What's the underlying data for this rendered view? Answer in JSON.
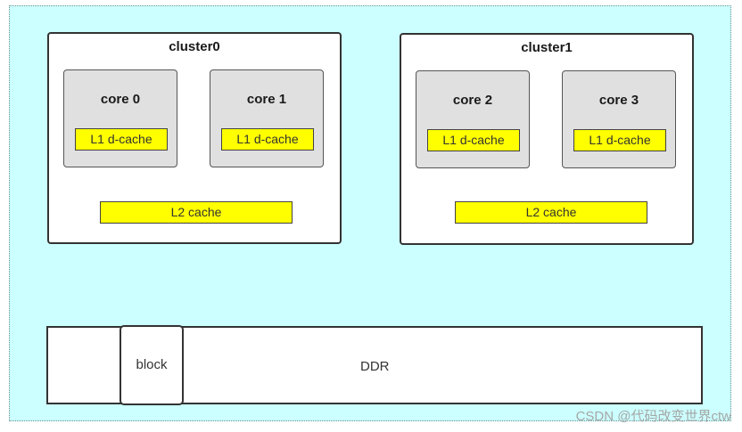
{
  "clusters": [
    {
      "title": "cluster0",
      "cores": [
        {
          "name": "core 0",
          "l1": "L1 d-cache"
        },
        {
          "name": "core 1",
          "l1": "L1 d-cache"
        }
      ],
      "l2": "L2 cache"
    },
    {
      "title": "cluster1",
      "cores": [
        {
          "name": "core 2",
          "l1": "L1 d-cache"
        },
        {
          "name": "core 3",
          "l1": "L1 d-cache"
        }
      ],
      "l2": "L2 cache"
    }
  ],
  "memory": {
    "ddr_label": "DDR",
    "block_label": "block"
  },
  "watermark": "CSDN @代码改变世界ctw",
  "colors": {
    "background": "#ccffff",
    "core_fill": "#e0e0e0",
    "cache_fill": "#ffff00",
    "border": "#333333"
  }
}
